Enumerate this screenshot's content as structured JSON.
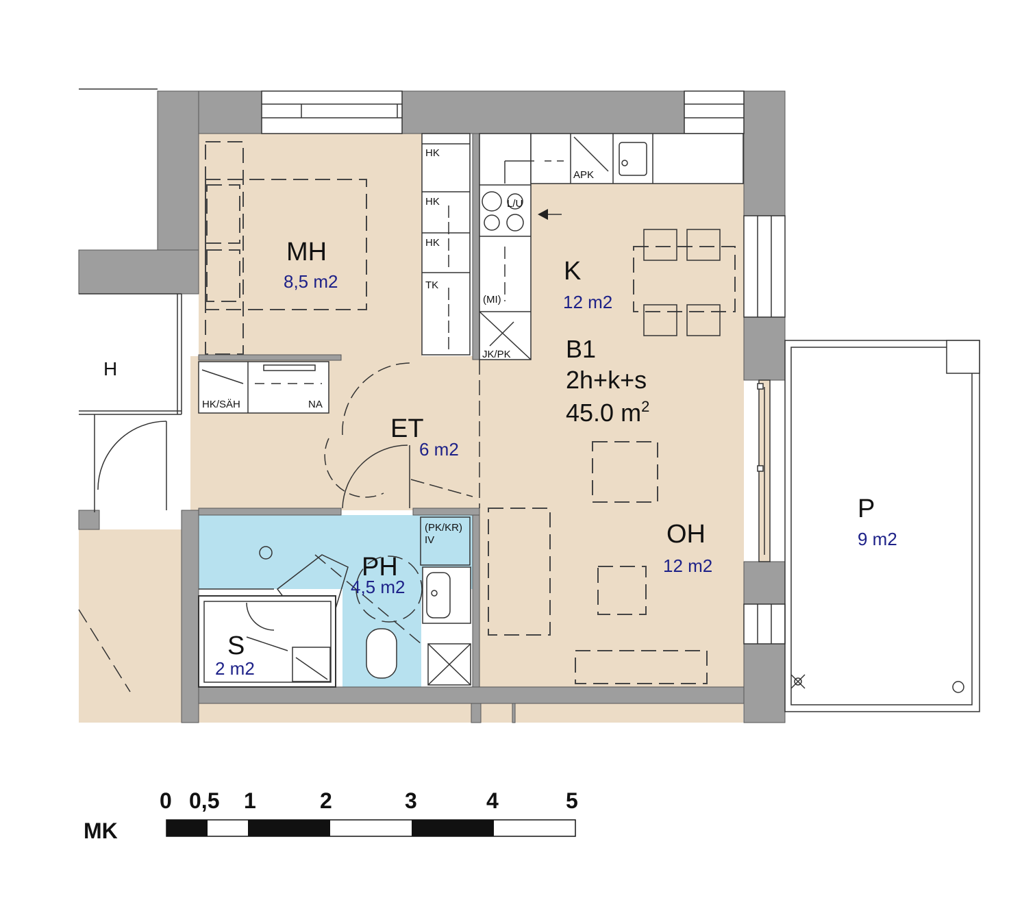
{
  "colors": {
    "wall": "#9e9e9e",
    "dry_room": "#ecdcc6",
    "wet_room": "#b7e1ef",
    "area_text": "#1d2188"
  },
  "unit": {
    "code": "B1",
    "type": "2h+k+s",
    "area": "45.0 m",
    "area_sup": "2"
  },
  "rooms": {
    "mh": {
      "name": "MH",
      "area": "8,5 m2"
    },
    "k": {
      "name": "K",
      "area": "12 m2"
    },
    "et": {
      "name": "ET",
      "area": "6 m2"
    },
    "ph": {
      "name": "PH",
      "area": "4,5 m2"
    },
    "s": {
      "name": "S",
      "area": "2 m2"
    },
    "oh": {
      "name": "OH",
      "area": "12 m2"
    },
    "p": {
      "name": "P",
      "area": "9 m2"
    },
    "h": {
      "name": "H"
    }
  },
  "fixtures": {
    "hk1": "HK",
    "hk2": "HK",
    "hk3": "HK",
    "tk": "TK",
    "apk": "APK",
    "lu": "L/U",
    "mi": "(MI)",
    "jkpk": "JK/PK",
    "hksah": "HK/SÄH",
    "na": "NA",
    "pkkr": "(PK/KR)",
    "iv": "IV"
  },
  "scale": {
    "label": "MK",
    "ticks": [
      "0",
      "0,5",
      "1",
      "2",
      "3",
      "4",
      "5"
    ]
  }
}
